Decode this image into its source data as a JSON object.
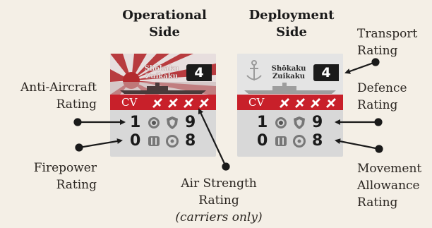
{
  "headers": {
    "operational": [
      "Operational",
      "Side"
    ],
    "deployment": [
      "Deployment",
      "Side"
    ]
  },
  "labels": {
    "anti_aircraft": [
      "Anti-Aircraft",
      "Rating"
    ],
    "firepower": [
      "Firepower",
      "Rating"
    ],
    "air_strength": [
      "Air Strength",
      "Rating",
      "(carriers only)"
    ],
    "transport": [
      "Transport",
      "Rating"
    ],
    "defence": [
      "Defence",
      "Rating"
    ],
    "movement": [
      "Movement",
      "Allowance",
      "Rating"
    ]
  },
  "counters": {
    "operational": {
      "ship_name": [
        "Shōkaku",
        "Zuikaku"
      ],
      "transport": "4",
      "type": "CV",
      "air_strength_icons": 4,
      "anti_aircraft": "1",
      "defence": "9",
      "firepower": "0",
      "movement": "8"
    },
    "deployment": {
      "ship_name": [
        "Shōkaku",
        "Zuikaku"
      ],
      "transport": "4",
      "type": "CV",
      "air_strength_icons": 4,
      "anti_aircraft": "1",
      "defence": "9",
      "firepower": "0",
      "movement": "8"
    }
  },
  "colors": {
    "background": "#f4efe6",
    "counter": "#d8d8d8",
    "type_band": "#c8202a",
    "rising_sun": "#b32a2e",
    "text": "#2a2520"
  }
}
